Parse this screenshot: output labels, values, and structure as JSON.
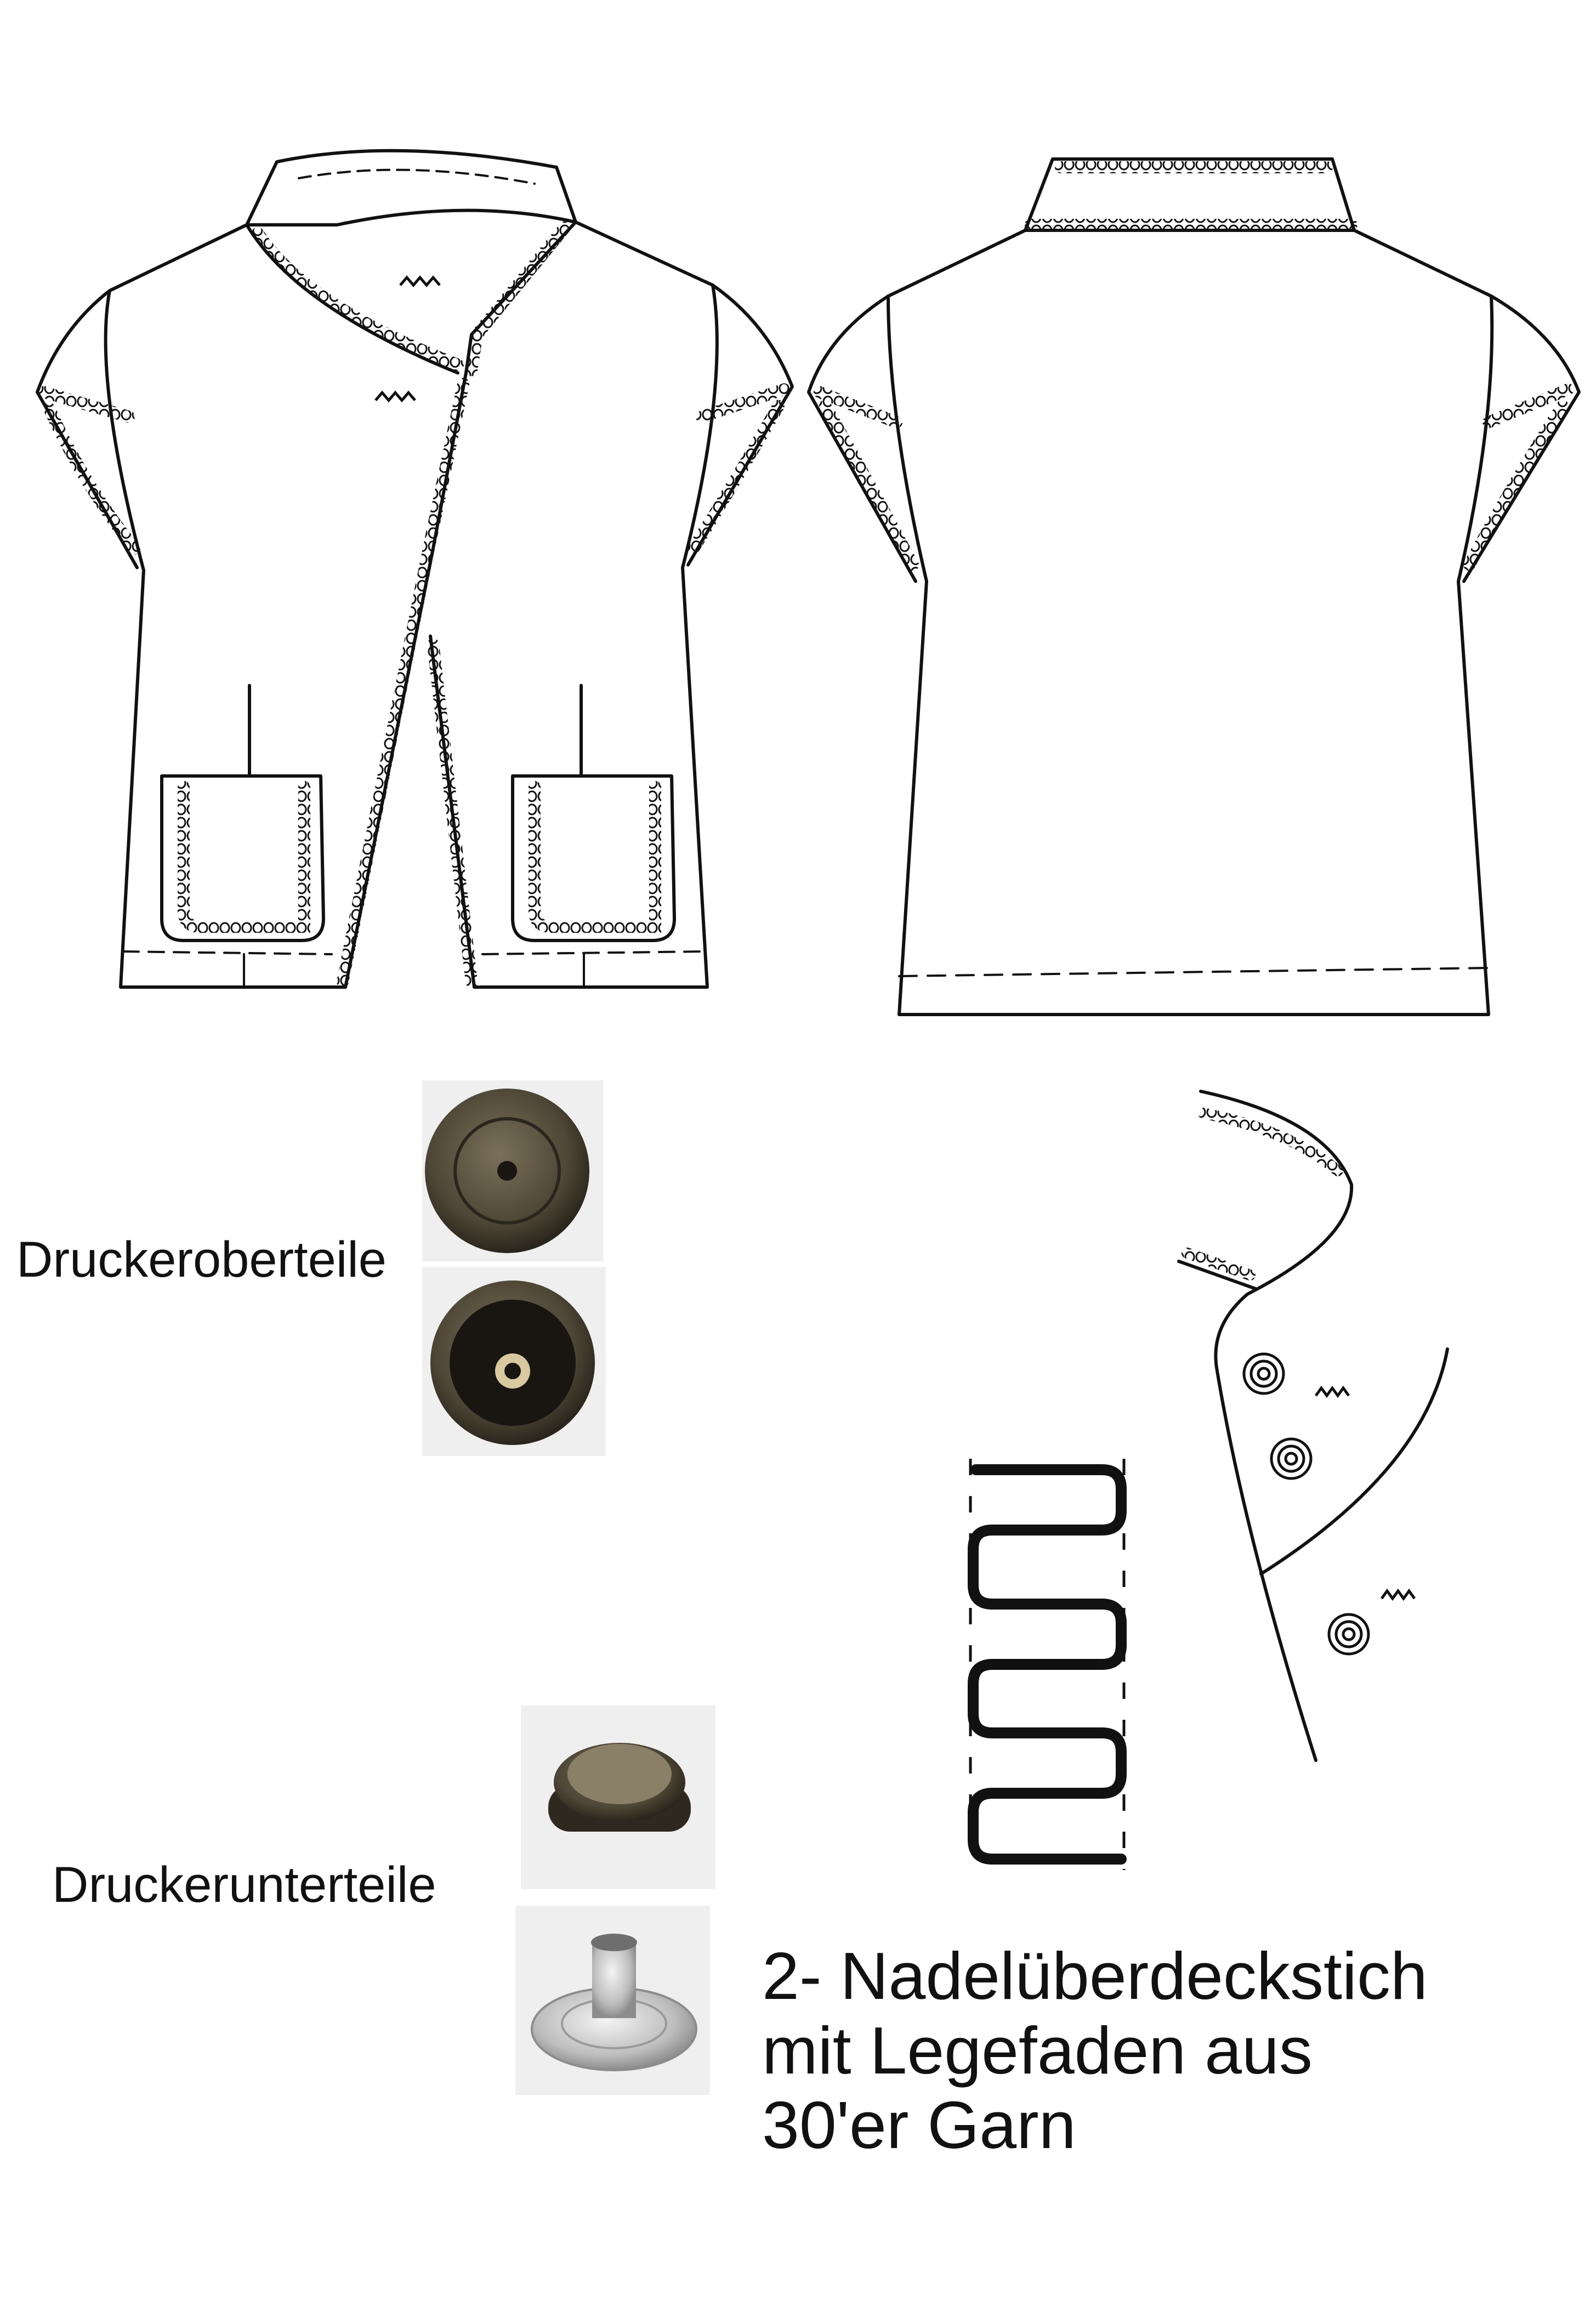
{
  "labels": {
    "snap_caps": "Druckeroberteile",
    "snap_bases": "Druckerunterteile",
    "stitch_line1": "2- Nadelüberdeckstich",
    "stitch_line2": "mit Legefaden aus",
    "stitch_line3": "30'er Garn"
  },
  "figures": {
    "front_view": "jacket-front-flat",
    "back_view": "jacket-back-flat",
    "collar_detail": "collar-snap-detail",
    "stitch_diagram": "coverstitch-diagram"
  },
  "colors": {
    "line": "#111111",
    "photo_bg": "#efefef",
    "snap_metal_dark": "#3a3328",
    "snap_metal_mid": "#6e644f",
    "snap_silver": "#c9c9c9"
  }
}
